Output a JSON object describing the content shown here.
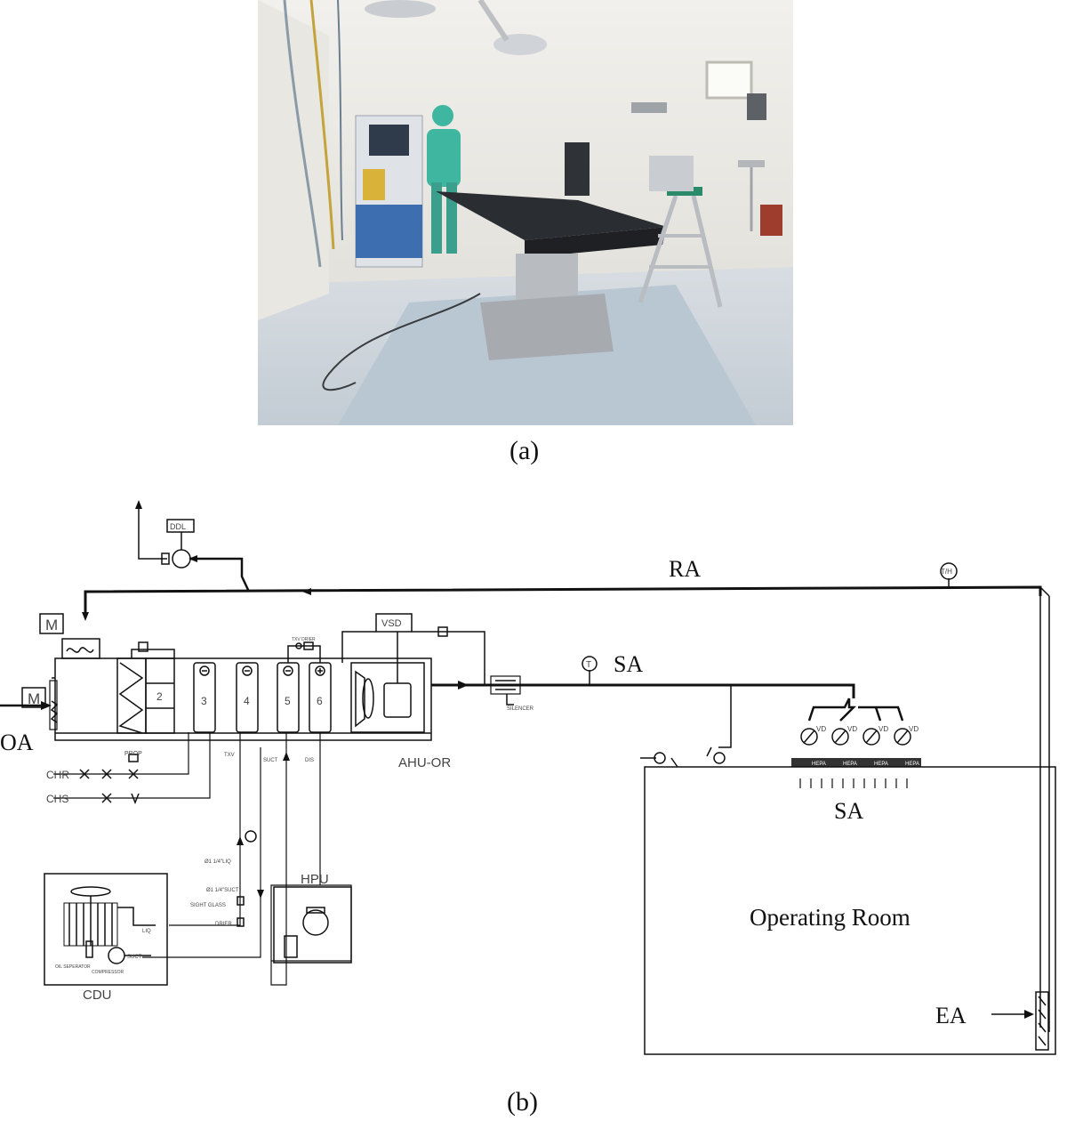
{
  "captions": {
    "a": "(a)",
    "b": "(b)"
  },
  "labels": {
    "ra": "RA",
    "sa_duct": "SA",
    "sa_room": "SA",
    "oa": "OA",
    "ea": "EA",
    "operating_room": "Operating Room",
    "ahu_or": "AHU-OR",
    "hpu": "HPU",
    "cdu": "CDU",
    "vsd": "VSD",
    "ddl": "DDL",
    "th": "T/H",
    "t": "T",
    "m": "M",
    "silencer": "SILENCER",
    "chr": "CHR",
    "chs": "CHS",
    "prop": "PROP",
    "txv": "TXV",
    "suct": "SUCT",
    "dis": "DIS",
    "txv_drier": "TXV  DRIER",
    "liq_pipe": "Ø1 1/4\"LIQ",
    "suct_pipe": "Ø1 1/4\"SUCT",
    "sight_glass": "SIGHT GLASS",
    "drier": "DRIER",
    "liq": "LIQ",
    "suct_cdu": "SUCT",
    "oil_separator": "OIL SEPERATOR",
    "compressor": "COMPRESSOR",
    "vd": "VD",
    "hepa": "HEPA"
  },
  "sections": [
    "2",
    "3",
    "4",
    "5",
    "6"
  ],
  "colors": {
    "floor": "#b9c7d3",
    "wall": "#e6e4df",
    "scrubs": "#3fb6a0",
    "table": "#2a2d31",
    "line": "#111111"
  }
}
